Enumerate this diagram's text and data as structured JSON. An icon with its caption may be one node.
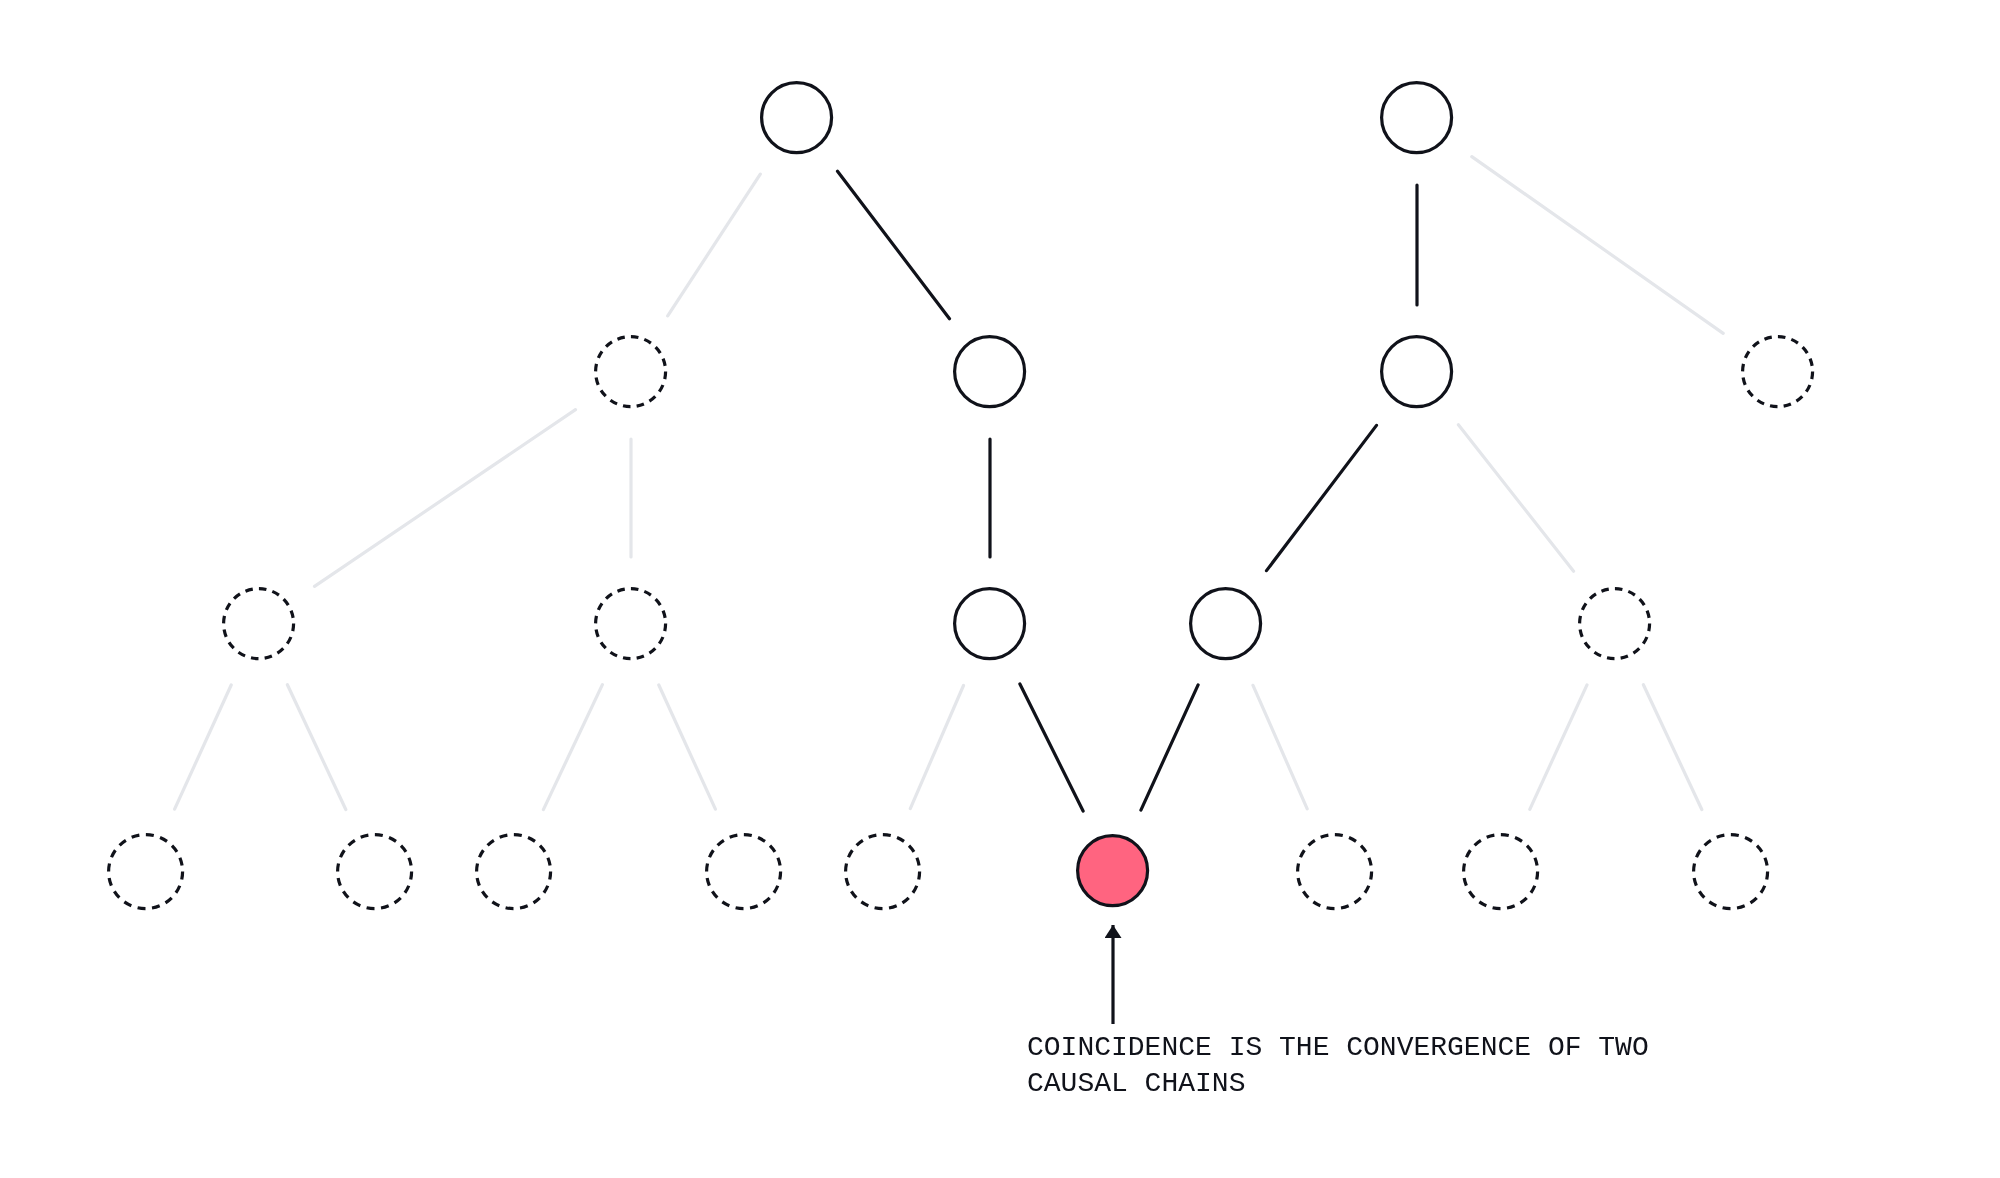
{
  "diagram": {
    "nodes": [
      {
        "text": [],
        "shape": "circle"
      },
      {
        "text": [],
        "shape": "circle"
      },
      {
        "text": [],
        "shape": "circle"
      },
      {
        "text": [],
        "shape": "circle"
      },
      {
        "text": [],
        "shape": "circle"
      },
      {
        "text": [],
        "shape": "circle"
      },
      {
        "text": [],
        "shape": "circle"
      },
      {
        "text": [],
        "shape": "circle"
      },
      {
        "text": [],
        "shape": "circle"
      },
      {
        "text": [],
        "shape": "circle"
      },
      {
        "text": [],
        "shape": "circle"
      },
      {
        "text": [],
        "shape": "circle"
      },
      {
        "text": [],
        "shape": "circle"
      },
      {
        "text": [],
        "shape": "circle"
      },
      {
        "text": [],
        "shape": "circle"
      },
      {
        "text": [],
        "shape": "circle"
      },
      {
        "text": [],
        "shape": "circle"
      },
      {
        "text": [],
        "shape": "circle"
      },
      {
        "text": [],
        "shape": "circle"
      },
      {
        "text": [],
        "shape": "circle"
      },
      {
        "text": [
          "COINCIDENCE IS THE CONVERGENCE OF TWO CAUSAL CHAINS"
        ]
      }
    ],
    "edges": [
      {
        "from": 0,
        "to": 2,
        "arrow": "none"
      },
      {
        "from": 0,
        "to": 3,
        "arrow": "none",
        "color": "#10121a"
      },
      {
        "from": 1,
        "to": 4,
        "arrow": "none",
        "color": "#10121a"
      },
      {
        "from": 1,
        "to": 5,
        "arrow": "none"
      },
      {
        "from": 2,
        "to": 6,
        "arrow": "none"
      },
      {
        "from": 2,
        "to": 7,
        "arrow": "none"
      },
      {
        "from": 3,
        "to": 8,
        "arrow": "none",
        "color": "#10121a"
      },
      {
        "from": 4,
        "to": 9,
        "arrow": "none",
        "color": "#10121a"
      },
      {
        "from": 4,
        "to": 10,
        "arrow": "none"
      },
      {
        "from": 6,
        "to": 11,
        "arrow": "none"
      },
      {
        "from": 6,
        "to": 12,
        "arrow": "none"
      },
      {
        "from": 7,
        "to": 13,
        "arrow": "none"
      },
      {
        "from": 7,
        "to": 14,
        "arrow": "none"
      },
      {
        "from": 8,
        "to": 15,
        "arrow": "none"
      },
      {
        "from": 8,
        "to": 16,
        "arrow": "none",
        "color": "#10121a"
      },
      {
        "from": 9,
        "to": 16,
        "arrow": "none",
        "color": "#10121a"
      },
      {
        "from": 9,
        "to": 17,
        "arrow": "none"
      },
      {
        "from": 10,
        "to": 18,
        "arrow": "none"
      },
      {
        "from": 10,
        "to": 19,
        "arrow": "none"
      },
      {
        "from": 20,
        "to": 16,
        "arrow": "to",
        "color": "#10121a"
      }
    ]
  }
}
